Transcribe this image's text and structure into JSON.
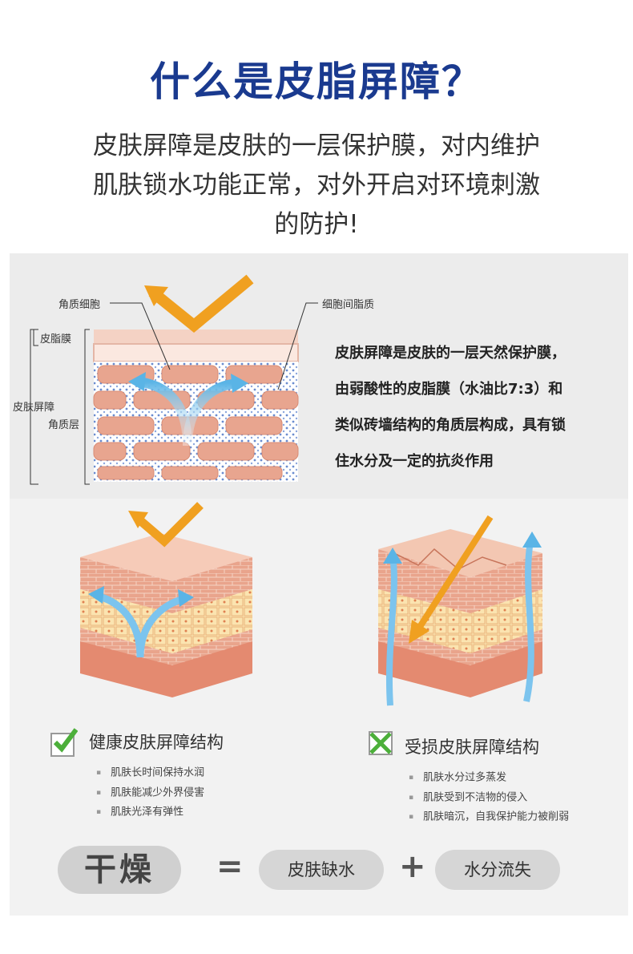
{
  "title": "什么是皮脂屏障？",
  "intro": {
    "line1": "皮肤屏障是皮肤的一层保护膜，对内维护",
    "line2": "肌肤锁水功能正常，对外开启对环境刺激",
    "line3": "的防护!"
  },
  "diagram": {
    "label_keratinocyte": "角质细胞",
    "label_intercellular_lipid": "细胞间脂质",
    "label_sebum_film": "皮脂膜",
    "label_skin_barrier": "皮肤屏障",
    "label_stratum_corneum": "角质层"
  },
  "description": {
    "line1": "皮肤屏障是皮肤的一层天然保护膜，",
    "line2": "由弱酸性的皮脂膜（水油比7:3）和",
    "line3": "类似砖墙结构的角质层构成，具有锁",
    "line4": "住水分及一定的抗炎作用"
  },
  "healthy": {
    "caption": "健康皮肤屏障结构",
    "bullets": [
      "肌肤长时间保持水润",
      "肌肤能减少外界侵害",
      "肌肤光泽有弹性"
    ]
  },
  "damaged": {
    "caption": "受损皮肤屏障结构",
    "bullets": [
      "肌肤水分过多蒸发",
      "肌肤受到不洁物的侵入",
      "肌肤暗沉，自我保护能力被削弱"
    ]
  },
  "equation": {
    "result": "干燥",
    "equals": "=",
    "term1": "皮肤缺水",
    "plus": "+",
    "term2": "水分流失"
  },
  "colors": {
    "title": "#1a3a8f",
    "arrow_orange": "#f0a020",
    "arrow_blue": "#5ab4e6",
    "check_green": "#4caf3a",
    "brick": "#e8a58f"
  }
}
